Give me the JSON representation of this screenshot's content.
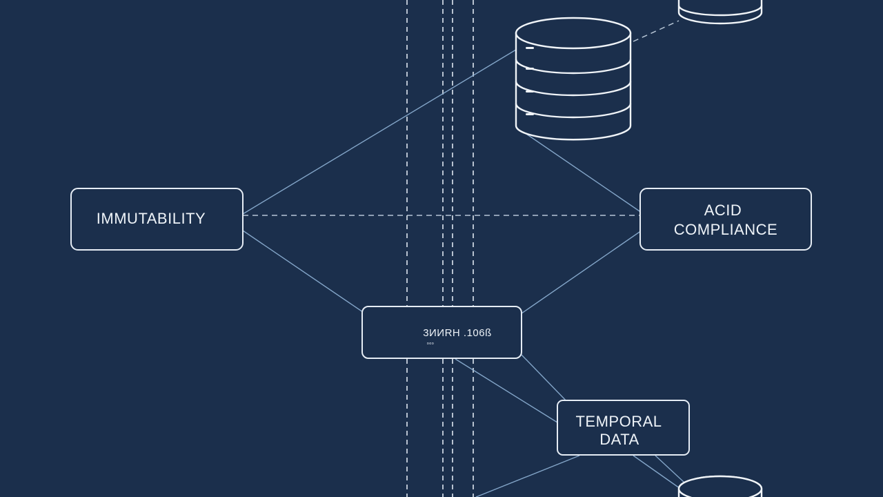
{
  "nodes": {
    "immutability": {
      "label": "IMMUTABILITY"
    },
    "acid": {
      "label_line1": "ACID",
      "label_line2": "COMPLIANCE"
    },
    "center": {
      "label": "3ИИRH .106ß",
      "sublabel": "ᵒᵒᵒ"
    },
    "temporal": {
      "label_line1": "TEMPORAL",
      "label_line2": "DATA"
    }
  },
  "icons": {
    "database_main": "database-icon",
    "database_top_right": "database-icon",
    "database_bottom_right": "database-icon"
  },
  "colors": {
    "background": "#1b2f4c",
    "stroke": "#e6edf5",
    "connector": "#8fb2d6"
  }
}
